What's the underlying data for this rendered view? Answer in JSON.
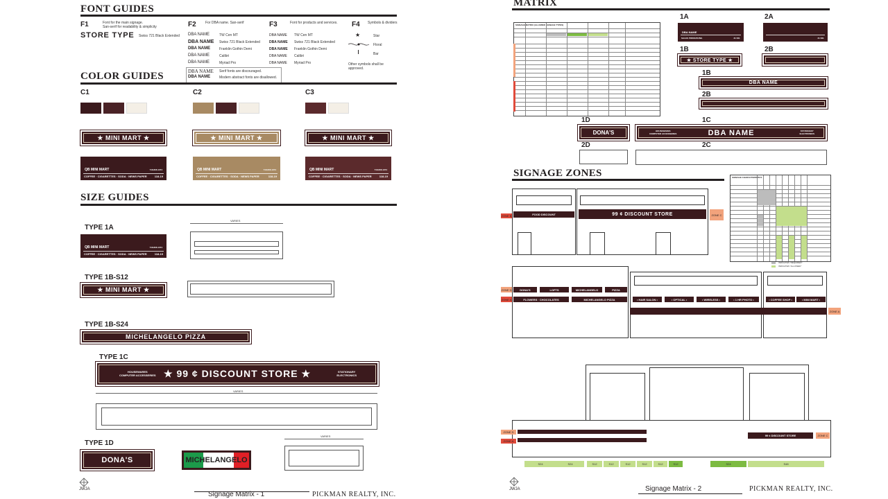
{
  "left": {
    "font_guides_title": "FONT GUIDES",
    "f1": {
      "code": "F1",
      "desc1": "Font for the main signage.",
      "desc2": "San-serif for readability & simplicity",
      "sample": "STORE TYPE",
      "font": "Swiss 721 Black Extended"
    },
    "f2": {
      "code": "F2",
      "desc": "For DBA name. San-serif",
      "samples": [
        "DBA NAME",
        "DBA NAME",
        "DBA NAME",
        "DBA NAME",
        "DBA NAME"
      ],
      "fonts": [
        "TW Cen MT",
        "Swiss 721 Black Extended",
        "Franklin Gothin Demi",
        "Calibri",
        "Myriad Pro"
      ],
      "note_samples": [
        "DBA NAME",
        "DBA NAME"
      ],
      "notes": [
        "Serif fonts are discouraged.",
        "Modern abstract fonts are disallowed."
      ]
    },
    "f3": {
      "code": "F3",
      "desc": "Font for products and services.",
      "samples": [
        "DBA NAME",
        "DBA NAME",
        "DBA NAME",
        "DBA NAME",
        "DBA NAME"
      ],
      "fonts": [
        "TW Cen MT",
        "Swiss 721 Black Extended",
        "Franklin Gothin Demi",
        "Calibri",
        "Myriad Pro"
      ]
    },
    "f4": {
      "code": "F4",
      "desc": "Symbols & dividers",
      "items": [
        "Star",
        "Floral",
        "Bar"
      ],
      "note": "Other symbols shall be approved."
    },
    "color_guides_title": "COLOR GUIDES",
    "c1": {
      "code": "C1",
      "sign": "★ MINI MART ★",
      "panel_l1": "QB MINI MART",
      "panel_phone": "718.836.1374",
      "panel_l2": "COFFEE · CIGARETTES · SODA · NEWS PAPER",
      "panel_num": "118-19"
    },
    "c2": {
      "code": "C2",
      "sign": "★ MINI MART ★",
      "panel_l1": "QB MINI MART",
      "panel_phone": "718.836.1374",
      "panel_l2": "COFFEE · CIGARETTES · SODA · NEWS PAPER",
      "panel_num": "118-19"
    },
    "c3": {
      "code": "C3",
      "sign": "★ MINI MART ★",
      "panel_l1": "QB MINI MART",
      "panel_phone": "718.836.1374",
      "panel_l2": "COFFEE · CIGARETTES · SODA · NEWS PAPER",
      "panel_num": "118-19"
    },
    "size_guides_title": "SIZE GUIDES",
    "type1a": {
      "label": "TYPE 1A",
      "panel_l1": "QB MINI MART",
      "panel_phone": "718.836.1374",
      "panel_l2": "COFFEE · CIGARETTES · SODA · NEWS PAPER",
      "panel_num": "118-19",
      "dim": "VARIES"
    },
    "type1b12": {
      "label": "TYPE 1B-S12",
      "sign": "★ MINI MART ★"
    },
    "type1b24": {
      "label": "TYPE 1B-S24",
      "sign": "MICHELANGELO PIZZA"
    },
    "type1c": {
      "label": "TYPE 1C",
      "left": "HOUSEWARES\nCOMPUTER ACCESSERIES",
      "main": "★ 99 ¢ DISCOUNT STORE ★",
      "right": "STATIONARY\nELECTRONICS",
      "dim": "VARIES"
    },
    "type1d": {
      "label": "TYPE 1D",
      "sign1": "DONA'S",
      "sign2": "MICHELANGELO",
      "dim": "VARIES"
    },
    "footer_title": "Signage Matrix - 1",
    "footer_company": "PICKMAN REALTY, INC.",
    "logo": "JWJA"
  },
  "right": {
    "matrix_title": "MATRIX",
    "matrix_table_title": "SIGNAGE MATRIX (ALLOWED SIGNAGE TYPES)",
    "labels": {
      "a1": "1A",
      "a2": "2A",
      "b1": "1B",
      "b2": "2B",
      "b1b": "1B",
      "b2b": "2B",
      "d1": "1D",
      "c1": "1C",
      "d2": "2D",
      "c2": "2C"
    },
    "sign1a": {
      "name": "DBA NAME",
      "sub": "SALES PIZINC/DUNG",
      "num": "31 NO."
    },
    "sign2a": {
      "num": "31 NO."
    },
    "sign1b": "★ STORE TYPE ★",
    "sign1b_long": "DBA NAME",
    "sign1d": "DONA'S",
    "sign1c": {
      "left": "HOUSEWARES\nCOMPUTER ACCESSERIES",
      "main": "DBA NAME",
      "right": "STATIONARY\nELECTRONICS"
    },
    "zones_title": "SIGNAGE ZONES",
    "zone_tags": {
      "zone_b": "ZONE B",
      "zone_c": "ZONE C",
      "zone_d": "ZONE D",
      "zone_a": "ZONE A",
      "zone_c2": "ZONE C",
      "zone_a2": "ZONE A"
    },
    "elev1": {
      "food": "FOOD DISCOUNT",
      "main": "99 ¢ DISCOUNT STORE"
    },
    "elev2": {
      "s1": "DONA'S",
      "s2": "LOFTS",
      "s3": "MICHELANGELO",
      "s4": "PIZZA",
      "s5": "FLOWERS · CHOCOLATES",
      "s6": "MICHELANGELO PIZZA",
      "s7": "• HAIR SALON •",
      "s8": "• OPTICAL •",
      "s9": "• WIRELESS •",
      "s10": "• 1 HR PHOTO •",
      "s11": "• COFFEE SHOP •",
      "s12": "• MINI MART •"
    },
    "elev3": {
      "main": "99 ¢ DISCOUNT STORE"
    },
    "bands": [
      "S24",
      "S24",
      "S12",
      "S12",
      "S12",
      "S12",
      "S12",
      "S12",
      "S24",
      "S48"
    ],
    "char_table_title": "SIGNAGE CHARACTERISTICS",
    "legend_required": "INDICATES \"REQUIRED\"",
    "legend_allowed": "INDICATES \"ALLOWED\"",
    "footer_title": "Signage Matrix - 2",
    "footer_company": "PICKMAN REALTY, INC.",
    "logo": "JWJA"
  },
  "colors": {
    "brown": "#3b1a1d",
    "tan": "#a88a63",
    "red": "#e04a3a",
    "orange": "#f2a37c",
    "lime": "#c3de8c",
    "green": "#7dbb42",
    "gray": "#bcbcbc"
  }
}
